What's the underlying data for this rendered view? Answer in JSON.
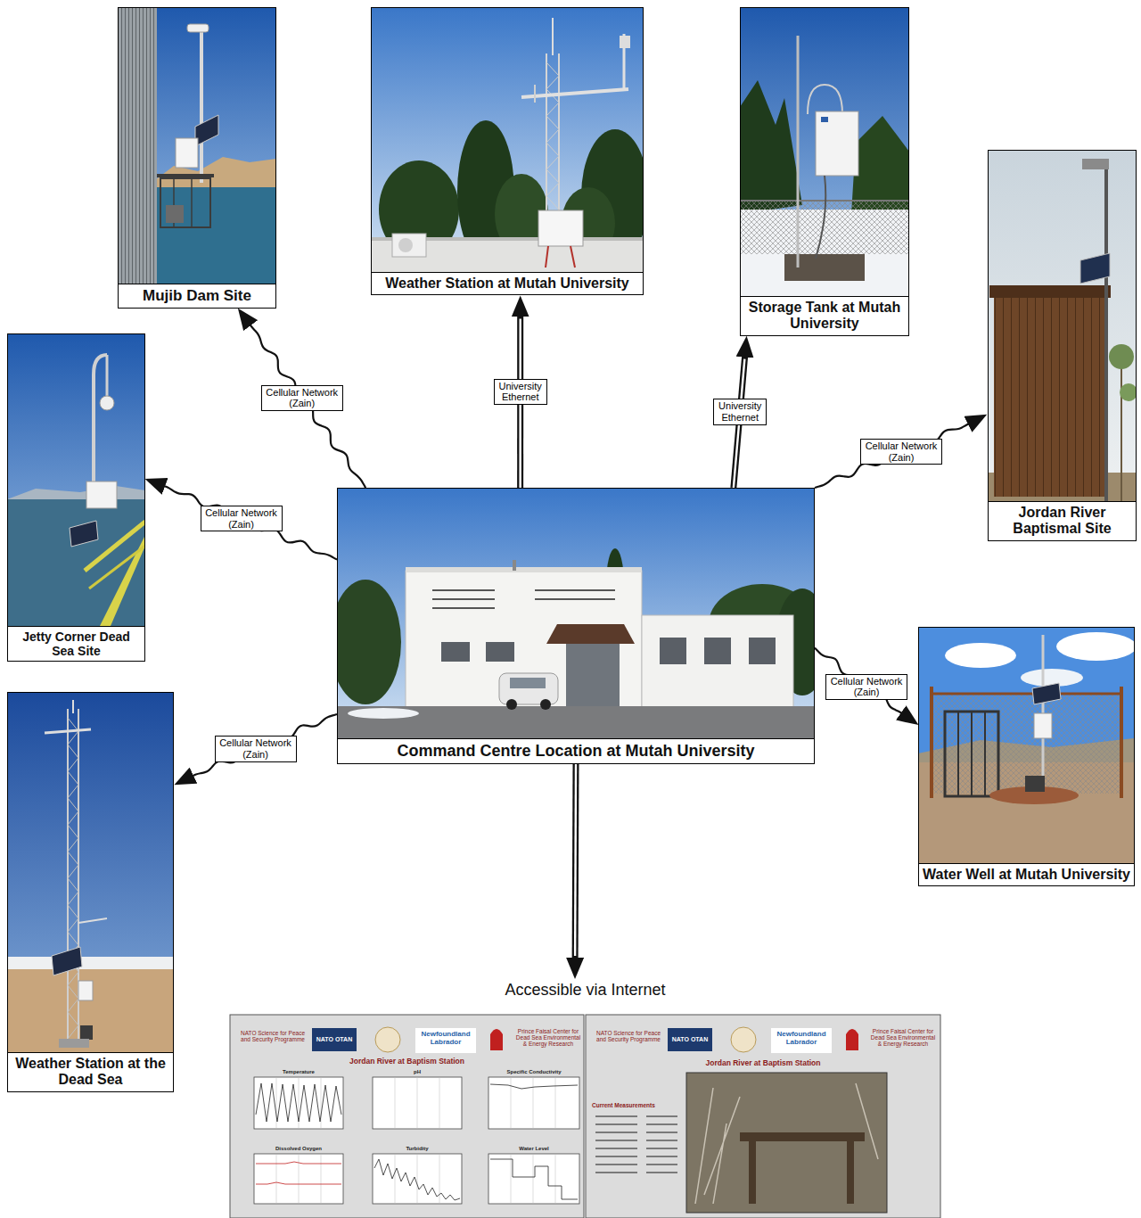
{
  "diagram": {
    "nodes": [
      {
        "text": [
          "Mujib Dam Site"
        ]
      },
      {
        "text": [
          "Weather Station at Mutah University"
        ]
      },
      {
        "text": [
          "Storage Tank at Mutah University"
        ]
      },
      {
        "text": [
          "Jordan River Baptismal Site"
        ]
      },
      {
        "text": [
          "Jetty Corner Dead Sea Site"
        ]
      },
      {
        "text": [
          "Command Centre Location at Mutah University"
        ]
      },
      {
        "text": [
          "Water Well at Mutah University"
        ]
      },
      {
        "text": [
          "Weather Station at the Dead Sea"
        ]
      },
      {
        "text": [
          "Accessible via Internet"
        ]
      }
    ],
    "edges": [
      {
        "from": 5,
        "to": 0,
        "label": "Cellular Network (Zain)",
        "arrow": "to"
      },
      {
        "from": 5,
        "to": 1,
        "label": "University Ethernet",
        "arrow": "to"
      },
      {
        "from": 5,
        "to": 2,
        "label": "University Ethernet",
        "arrow": "to"
      },
      {
        "from": 5,
        "to": 3,
        "label": "Cellular Network (Zain)",
        "arrow": "to"
      },
      {
        "from": 5,
        "to": 4,
        "label": "Cellular Network (Zain)",
        "arrow": "to"
      },
      {
        "from": 5,
        "to": 6,
        "label": "Cellular Network (Zain)",
        "arrow": "to"
      },
      {
        "from": 5,
        "to": 7,
        "label": "Cellular Network (Zain)",
        "arrow": "to"
      },
      {
        "from": 5,
        "to": 8,
        "arrow": "to"
      }
    ],
    "labels": [
      "NATO Science for Peace and Security Programme",
      "NATO OTAN",
      "Newfoundland Labrador",
      "Prince Faisal Center for Dead Sea Environmental & Energy Research",
      "Jordan River at Baptism Station",
      "Temperature",
      "pH",
      "Specific Conductivity",
      "Dissolved Oxygen",
      "Turbidity",
      "Water Level",
      "NATO Science for Peace and Security Programme",
      "NATO OTAN",
      "Newfoundland Labrador",
      "Prince Faisal Center for Dead Sea Environmental & Energy Research",
      "Jordan River at Baptism Station",
      "Current Measurements"
    ]
  }
}
